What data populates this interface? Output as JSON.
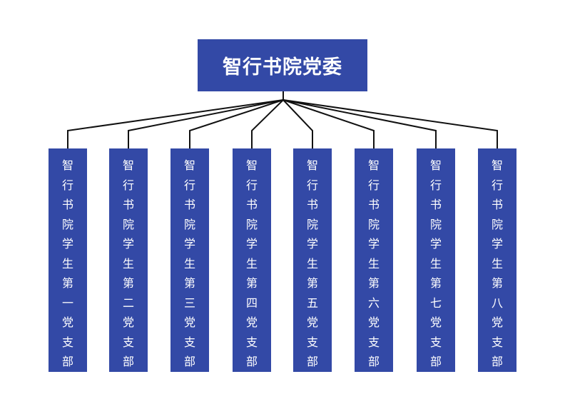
{
  "root": {
    "label": "智行书院党委"
  },
  "branches": [
    {
      "label": "智行书院学生第一党支部"
    },
    {
      "label": "智行书院学生第二党支部"
    },
    {
      "label": "智行书院学生第三党支部"
    },
    {
      "label": "智行书院学生第四党支部"
    },
    {
      "label": "智行书院学生第五党支部"
    },
    {
      "label": "智行书院学生第六党支部"
    },
    {
      "label": "智行书院学生第七党支部"
    },
    {
      "label": "智行书院学生第八党支部"
    }
  ],
  "colors": {
    "box": "#3349a6",
    "line": "#111111"
  }
}
